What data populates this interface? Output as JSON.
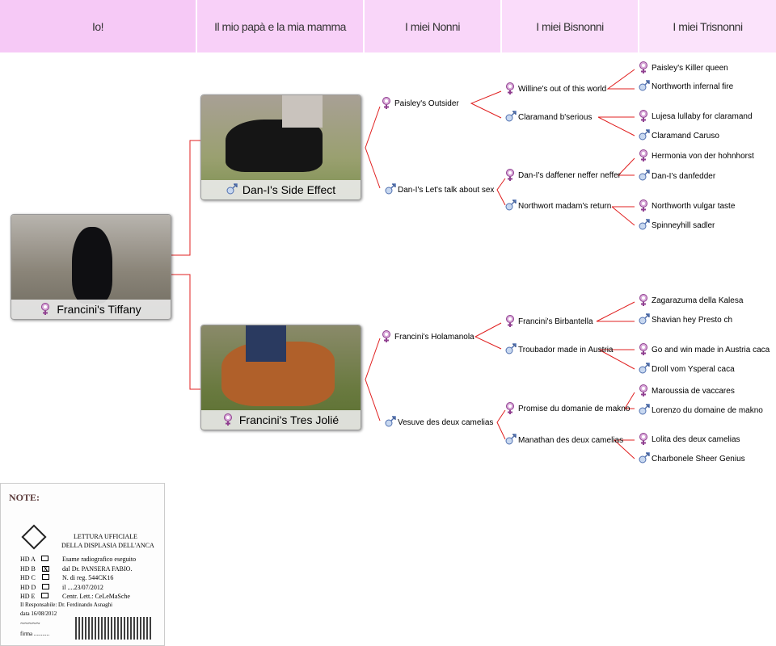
{
  "header": [
    "Io!",
    "Il mio papà e la mia mamma",
    "I miei Nonni",
    "I miei Bisnonni",
    "I miei Trisnonni"
  ],
  "self": {
    "name": "Francini's Tiffany",
    "sex": "female"
  },
  "parents": [
    {
      "name": "Dan-I's Side Effect",
      "sex": "male"
    },
    {
      "name": "Francini's Tres Jolié",
      "sex": "female"
    }
  ],
  "grandparents": [
    "Paisley's Outsider",
    "Dan-I's Let's talk about sex",
    "Francini's Holamanola",
    "Vesuve des deux camelias"
  ],
  "great_grandparents": [
    "Willine's out of this world",
    "Claramand b'serious",
    "Dan-I's daffener neffer neffer",
    "Northwort madam's return",
    "Francini's Birbantella",
    "Troubador made in Austria",
    "Promise du domanie de makno",
    "Manathan des deux camelias"
  ],
  "great_great_grandparents": [
    "Paisley's Killer queen",
    "Northworth infernal fire",
    "Lujesa lullaby for claramand",
    "Claramand Caruso",
    "Hermonia von der hohnhorst",
    "Dan-I's danfedder",
    "Northworth vulgar taste",
    "Spinneyhill sadler",
    "Zagarazuma della Kalesa",
    "Shavian hey Presto ch",
    "Go and win made in Austria caca",
    "Droll vom Ysperal caca",
    "Maroussia de vaccares",
    "Lorenzo du domaine de makno",
    "Lolita des deux camelias",
    "Charbonele Sheer Genius"
  ],
  "note": {
    "title": "NOTE:",
    "heading1": "LETTURA UFFICIALE",
    "heading2": "DELLA DISPLASIA DELL'ANCA",
    "grades": [
      "HD A",
      "HD B",
      "HD C",
      "HD D",
      "HD E"
    ],
    "checked_grade": "HD B",
    "lines": [
      "Esame radiografico eseguito",
      "dal Dr. PANSERA FABIO.",
      "N. di reg. 544CK16",
      "il ....23/07/2012",
      "Centr. Lett.: CeLeMaSche"
    ],
    "responsabile": "Il Responsabile: Dr. Ferdinando Asnaghi",
    "data": "data 16/08/2012",
    "firma": "firma ..........."
  },
  "colors": {
    "female": "#b070b0",
    "male": "#6f8fd0",
    "line": "#e02020",
    "header": "#f8d0f8"
  }
}
